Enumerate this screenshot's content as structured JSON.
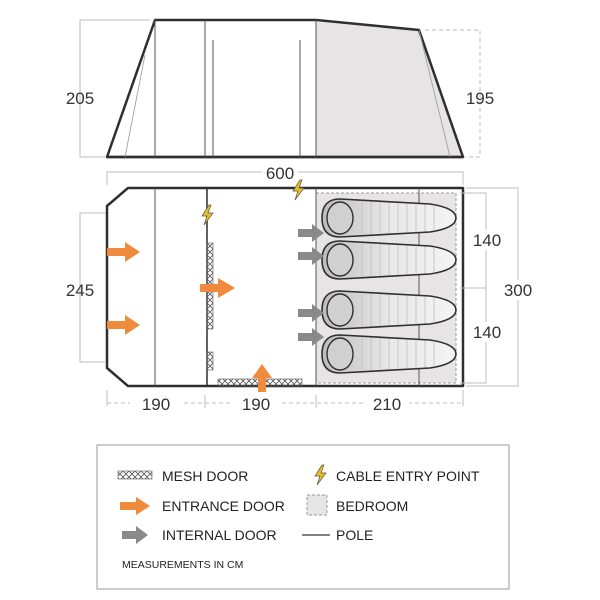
{
  "elevation": {
    "height_left": "205",
    "height_right": "195"
  },
  "floorplan": {
    "total_length": "600",
    "section_lengths": [
      "190",
      "190",
      "210"
    ],
    "width": "245",
    "bedroom_widths": [
      "140",
      "140"
    ],
    "bedroom_total_width": "300"
  },
  "legend": {
    "items": [
      {
        "label": "MESH DOOR",
        "icon": "mesh-door-icon"
      },
      {
        "label": "CABLE ENTRY POINT",
        "icon": "lightning-icon"
      },
      {
        "label": "ENTRANCE DOOR",
        "icon": "orange-arrow-icon"
      },
      {
        "label": "BEDROOM",
        "icon": "bedroom-swatch-icon"
      },
      {
        "label": "INTERNAL DOOR",
        "icon": "grey-arrow-icon"
      },
      {
        "label": "POLE",
        "icon": "pole-line-icon"
      }
    ],
    "note": "MEASUREMENTS IN CM"
  },
  "colors": {
    "outline": "#2f2f2f",
    "bedroom_fill": "#e6e4e4",
    "entrance_arrow": "#f08a3c",
    "internal_arrow": "#8a8a8a",
    "cable_icon": "#e8c020",
    "dimension_line": "#bdbdbd"
  }
}
